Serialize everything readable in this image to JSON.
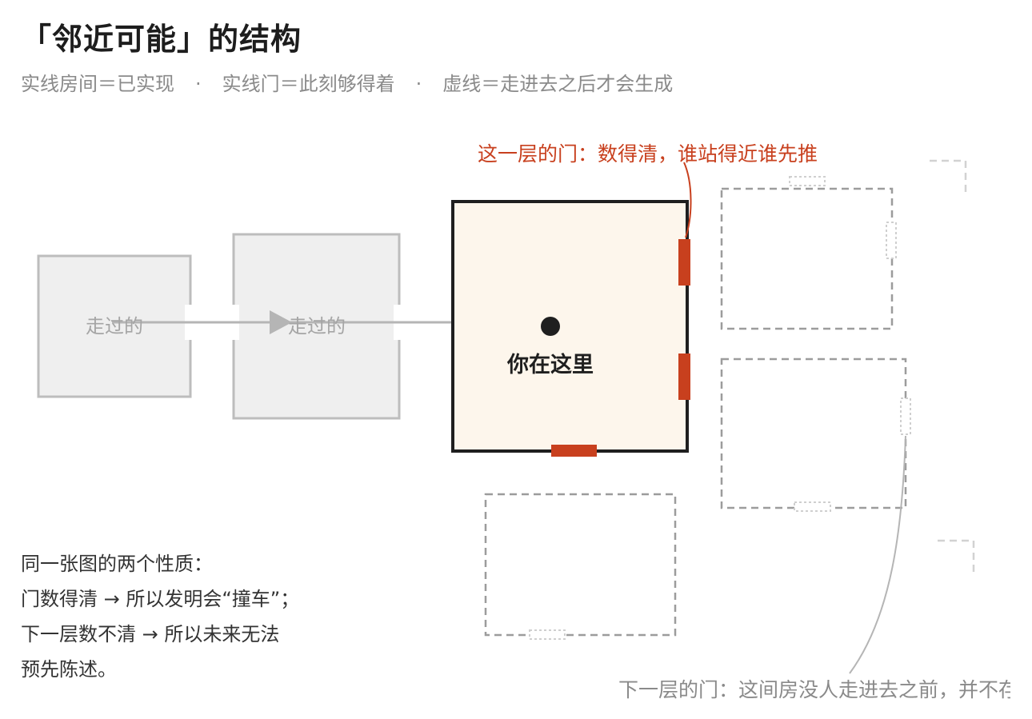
{
  "title": "「邻近可能」的结构",
  "legend": [
    "实线房间＝已实现",
    "实线门＝此刻够得着",
    "虚线＝走进去之后才会生成"
  ],
  "legend_separator": "·",
  "rooms": {
    "visited_1_label": "走过的",
    "visited_2_label": "走过的",
    "current_label": "你在这里"
  },
  "annotations": {
    "current_doors": "这一层的门：数得清，谁站得近谁先推",
    "next_layer_doors": "下一层的门：这间房没人走进去之前，并不存在"
  },
  "note": [
    "同一张图的两个性质：",
    "门数得清 → 所以发明会“撞车”；",
    "下一层数不清 → 所以未来无法",
    "预先陈述。"
  ],
  "colors": {
    "visited_fill": "#efefef",
    "visited_stroke": "#bdbdbd",
    "current_fill": "#fdf6ec",
    "current_stroke": "#1f1f1f",
    "door": "#c8401e",
    "dashed": "#9c9c9c",
    "faint": "#cfcfcf"
  }
}
